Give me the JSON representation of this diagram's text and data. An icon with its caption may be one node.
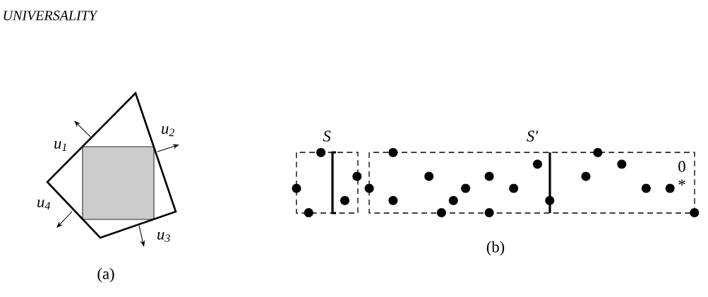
{
  "diagram": {
    "labels": [
      "UNIVERSALITY",
      "S",
      "S′",
      "u$_{2}$",
      "u$_{1}$",
      "0",
      "*",
      "u$_{4}$",
      "u$_{3}$",
      "(b)",
      "(a)"
    ]
  }
}
